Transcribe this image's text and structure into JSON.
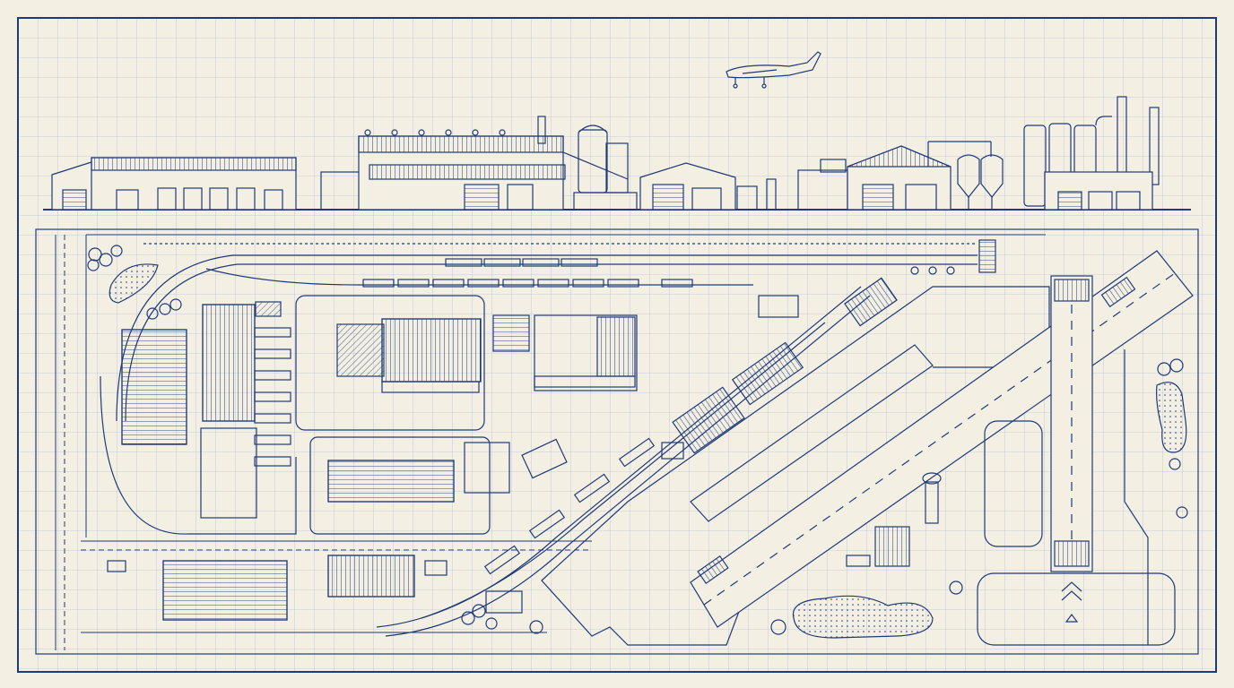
{
  "meta": {
    "style": "blueprint line drawing",
    "paper_color": "#f3efe3",
    "ink_color": "#1f3a78",
    "grid_color": "#9fb0d4",
    "has_text": false
  },
  "skyline": {
    "buildings": [
      "warehouse-left",
      "processing-plant",
      "grain-silo",
      "small-garage",
      "factory-sawtooth",
      "twin-silos",
      "refinery-with-stacks"
    ],
    "aircraft": "light-propeller-plane"
  },
  "plan": {
    "zones": [
      "rail-yard",
      "factory-complex",
      "warehouse-blocks",
      "container-depot",
      "freight-rail-spur",
      "hangars",
      "airport-apron",
      "runway-diagonal",
      "runway-vertical",
      "control-tower",
      "pond",
      "trees"
    ]
  }
}
